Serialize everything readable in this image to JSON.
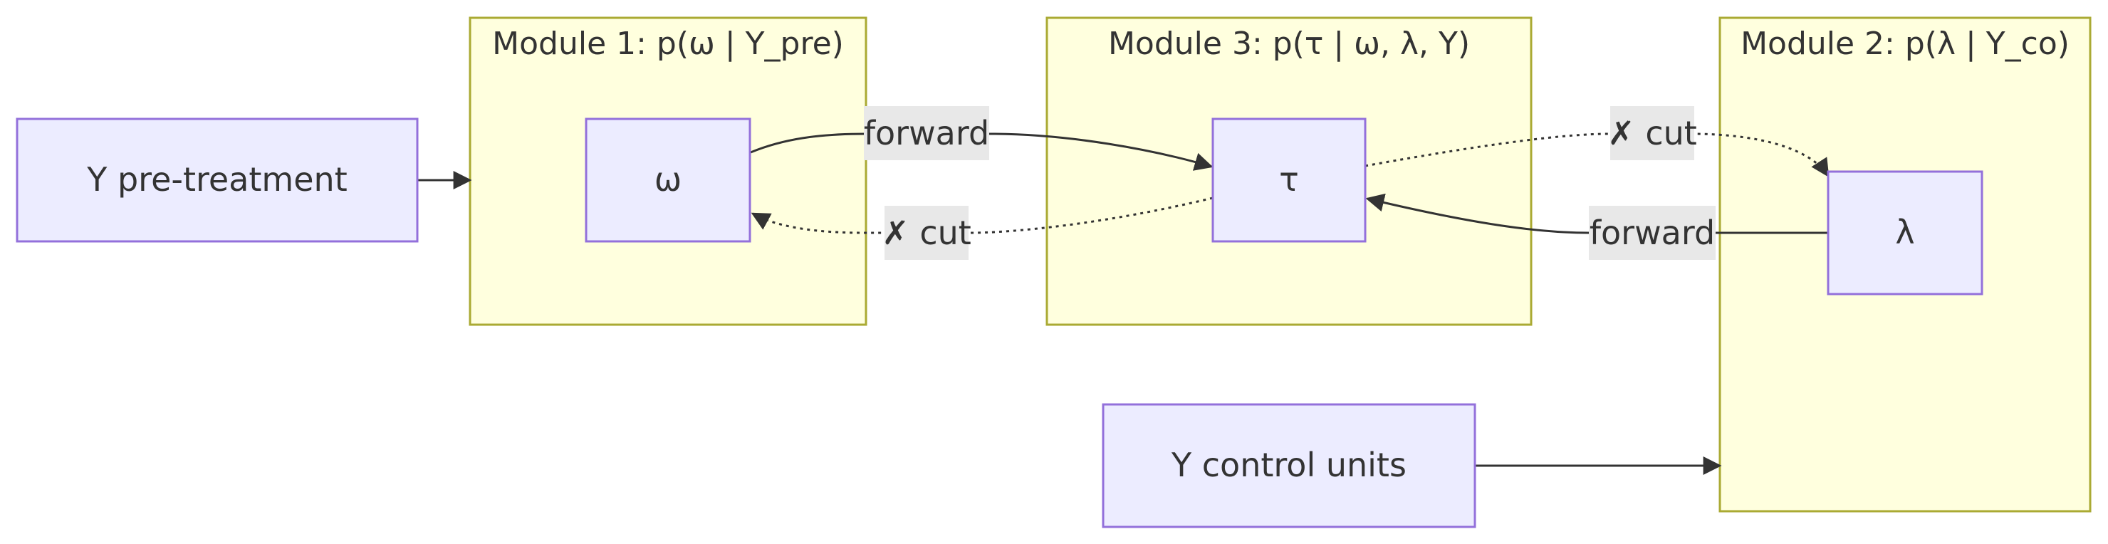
{
  "modules": {
    "module1": {
      "title": "Module 1: p(ω | Y_pre)"
    },
    "module3": {
      "title": "Module 3: p(τ | ω, λ, Y)"
    },
    "module2": {
      "title": "Module 2: p(λ | Y_co)"
    }
  },
  "nodes": {
    "y_pre": "Y pre-treatment",
    "omega": "ω",
    "tau": "τ",
    "lambda": "λ",
    "y_control": "Y control units"
  },
  "edges": {
    "omega_to_tau": "forward",
    "tau_to_omega": "✗ cut",
    "tau_to_lambda": "✗ cut",
    "lambda_to_tau": "forward"
  },
  "colors": {
    "module_fill": "#ffffde",
    "module_stroke": "#aaaa33",
    "node_fill": "#ececff",
    "node_stroke": "#9370db",
    "edge": "#333333",
    "label_bg": "#e8e8e8"
  }
}
